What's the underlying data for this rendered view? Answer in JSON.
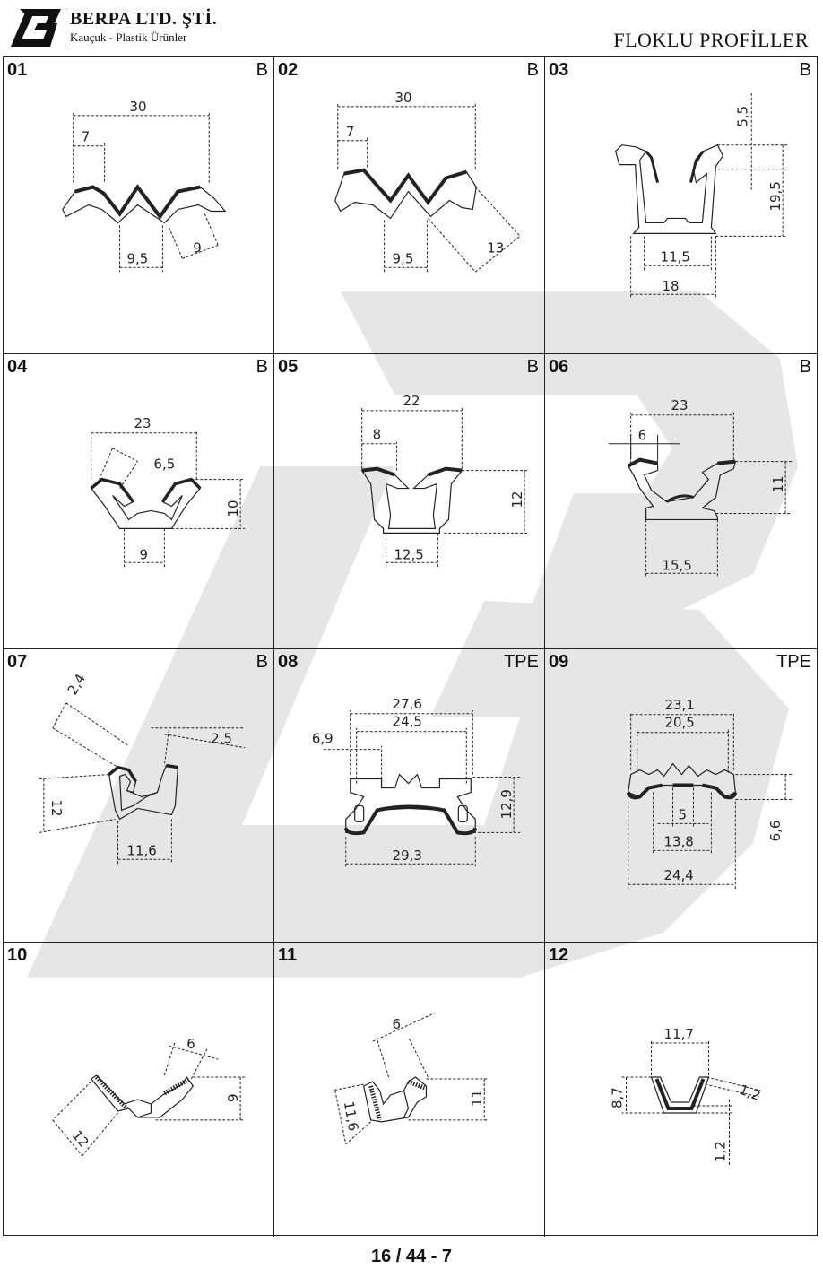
{
  "header": {
    "company": "BERPA LTD. ŞTİ.",
    "tagline": "Kauçuk - Plastik Ürünler",
    "title": "FLOKLU PROFİLLER"
  },
  "cells": [
    {
      "num": "01",
      "mat": "B",
      "dims": [
        "30",
        "7",
        "9,5",
        "9"
      ]
    },
    {
      "num": "02",
      "mat": "B",
      "dims": [
        "30",
        "7",
        "9,5",
        "13"
      ]
    },
    {
      "num": "03",
      "mat": "B",
      "dims": [
        "5,5",
        "19,5",
        "11,5",
        "18"
      ]
    },
    {
      "num": "04",
      "mat": "B",
      "dims": [
        "23",
        "6,5",
        "10",
        "9"
      ]
    },
    {
      "num": "05",
      "mat": "B",
      "dims": [
        "22",
        "8",
        "12",
        "12,5"
      ]
    },
    {
      "num": "06",
      "mat": "B",
      "dims": [
        "23",
        "6",
        "11",
        "15,5"
      ]
    },
    {
      "num": "07",
      "mat": "B",
      "dims": [
        "2,4",
        "2,5",
        "12",
        "11,6"
      ]
    },
    {
      "num": "08",
      "mat": "TPE",
      "dims": [
        "27,6",
        "24,5",
        "6,9",
        "12,9",
        "29,3"
      ]
    },
    {
      "num": "09",
      "mat": "TPE",
      "dims": [
        "23,1",
        "20,5",
        "5",
        "13,8",
        "6,6",
        "24,4"
      ]
    },
    {
      "num": "10",
      "mat": "",
      "dims": [
        "6",
        "9",
        "12"
      ]
    },
    {
      "num": "11",
      "mat": "",
      "dims": [
        "6",
        "11,6",
        "11"
      ]
    },
    {
      "num": "12",
      "mat": "",
      "dims": [
        "11,7",
        "8,7",
        "1,2",
        "1,2"
      ]
    }
  ],
  "footer": {
    "page": "16 / 44 - 7"
  }
}
